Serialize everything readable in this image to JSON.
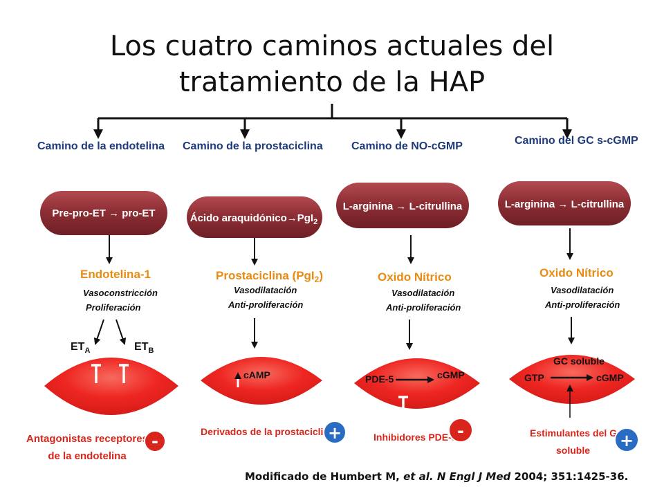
{
  "title": {
    "line1": "Los cuatro caminos actuales del",
    "line2": "tratamiento de la HAP"
  },
  "colors": {
    "pill": "#8e2f35",
    "lens": "#ee2622",
    "orange": "#e98a12",
    "navy": "#1f3a7a",
    "drug": "#d9261c",
    "minus_badge": "#d9261c",
    "plus_badge": "#2a6cc4"
  },
  "pathways": [
    {
      "name": "Camino de la endotelina",
      "precursor": "Pre-pro-ET → pro-ET",
      "mediator": "Endotelina-1",
      "effects": [
        "Vasoconstricción",
        "Proliferación"
      ],
      "receptors": {
        "a_base": "ET",
        "a_sub": "A",
        "b_base": "ET",
        "b_sub": "B"
      },
      "drug": {
        "line1": "Antagonistas receptores",
        "line2": "de la endotelina",
        "badge": "-"
      }
    },
    {
      "name": "Camino de la prostaciclina",
      "precursor_main": "Ácido araquidónico→PgI",
      "precursor_sub": "2",
      "mediator_main": "Prostaciclina (PgI",
      "mediator_sub": "2",
      "mediator_close": ")",
      "effects": [
        "Vasodilatación",
        "Anti-proliferación"
      ],
      "lens_label": "cAMP",
      "drug": {
        "line1": "Derivados de la prostaciclina",
        "badge": "+"
      }
    },
    {
      "name": "Camino de NO-cGMP",
      "precursor": "L-arginina → L-citrullina",
      "mediator": "Oxido Nítrico",
      "effects": [
        "Vasodilatación",
        "Anti-proliferación"
      ],
      "lens_left": "PDE-5",
      "lens_right": "cGMP",
      "drug": {
        "line1": "Inhibidores PDE-5",
        "badge": "-"
      }
    },
    {
      "name": "Camino del GC s-cGMP",
      "precursor": "L-arginina → L-citrullina",
      "mediator": "Oxido Nítrico",
      "effects": [
        "Vasodilatación",
        "Anti-proliferación"
      ],
      "lens_top": "GC soluble",
      "lens_left": "GTP",
      "lens_right": "cGMP",
      "drug": {
        "line1": "Estimulantes del GC",
        "line2": "soluble",
        "badge": "+"
      }
    }
  ],
  "citation": {
    "prefix": "Modificado de Humbert M,",
    "etal": "et al. N Engl J Med",
    "suffix": "2004; 351:1425-36."
  }
}
